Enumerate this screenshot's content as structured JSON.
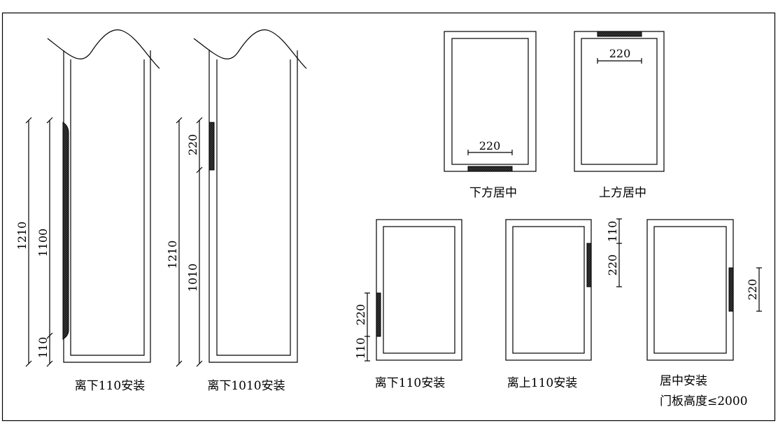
{
  "door_elevations": [
    {
      "caption": "离下110安装",
      "dims": [
        "1210",
        "1100",
        "110"
      ]
    },
    {
      "caption": "离下1010安装",
      "dims": [
        "1210",
        "220",
        "1010"
      ]
    }
  ],
  "plan_views": [
    {
      "caption": "下方居中",
      "dims": [
        "220"
      ]
    },
    {
      "caption": "上方居中",
      "dims": [
        "220"
      ]
    },
    {
      "caption": "离下110安装",
      "dims": [
        "220",
        "110"
      ]
    },
    {
      "caption": "离上110安装",
      "dims": [
        "110",
        "220"
      ]
    },
    {
      "caption": "居中安装",
      "caption2": "门板高度≤2000",
      "dims": [
        "220"
      ]
    }
  ],
  "colors": {
    "line": "#000000",
    "fill": "#2a2a2a"
  }
}
